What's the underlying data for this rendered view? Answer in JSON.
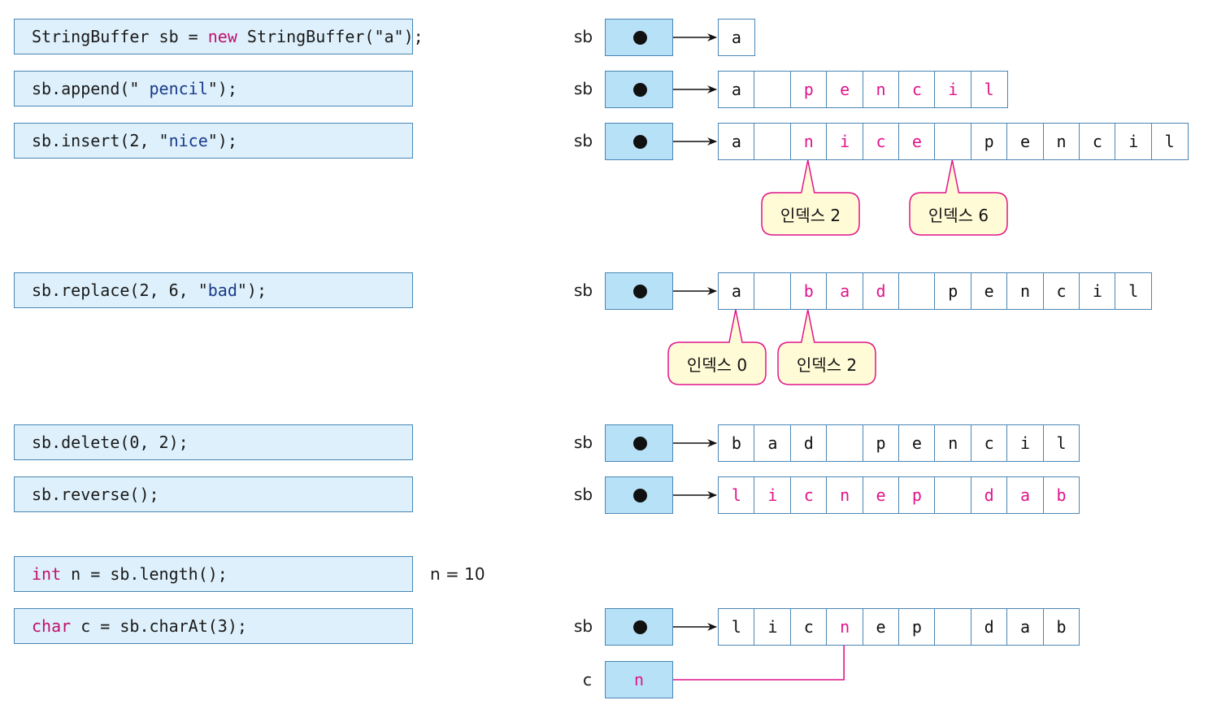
{
  "code_lines": [
    {
      "parts": [
        {
          "t": "StringBuffer sb = ",
          "c": ""
        },
        {
          "t": "new",
          "c": "kw"
        },
        {
          "t": " StringBuffer(\"a\");",
          "c": ""
        }
      ]
    },
    {
      "parts": [
        {
          "t": "sb.append(\"",
          "c": ""
        },
        {
          "t": " pencil",
          "c": "str"
        },
        {
          "t": "\");",
          "c": ""
        }
      ]
    },
    {
      "parts": [
        {
          "t": "sb.insert(2, \"",
          "c": ""
        },
        {
          "t": "nice",
          "c": "str"
        },
        {
          "t": "\");",
          "c": ""
        }
      ]
    },
    {
      "parts": [
        {
          "t": "sb.replace(2, 6, \"",
          "c": ""
        },
        {
          "t": "bad",
          "c": "str"
        },
        {
          "t": "\");",
          "c": ""
        }
      ]
    },
    {
      "parts": [
        {
          "t": "sb.delete(0, 2);",
          "c": ""
        }
      ]
    },
    {
      "parts": [
        {
          "t": "sb.reverse();",
          "c": ""
        }
      ]
    },
    {
      "parts": [
        {
          "t": "int",
          "c": "kw"
        },
        {
          "t": " n = sb.length();",
          "c": ""
        }
      ]
    },
    {
      "parts": [
        {
          "t": "char",
          "c": "kw"
        },
        {
          "t": " c = sb.charAt(3);",
          "c": ""
        }
      ]
    }
  ],
  "ref_label": "sb",
  "c_label": "c",
  "c_value": "n",
  "n_result": "n = 10",
  "buffers": [
    {
      "cells": [
        {
          "ch": "a",
          "pink": false
        }
      ]
    },
    {
      "cells": [
        {
          "ch": "a",
          "pink": false
        },
        {
          "ch": "",
          "pink": false
        },
        {
          "ch": "p",
          "pink": true
        },
        {
          "ch": "e",
          "pink": true
        },
        {
          "ch": "n",
          "pink": true
        },
        {
          "ch": "c",
          "pink": true
        },
        {
          "ch": "i",
          "pink": true
        },
        {
          "ch": "l",
          "pink": true
        }
      ]
    },
    {
      "cells": [
        {
          "ch": "a",
          "pink": false
        },
        {
          "ch": "",
          "pink": false
        },
        {
          "ch": "n",
          "pink": true
        },
        {
          "ch": "i",
          "pink": true
        },
        {
          "ch": "c",
          "pink": true
        },
        {
          "ch": "e",
          "pink": true
        },
        {
          "ch": "",
          "pink": false
        },
        {
          "ch": "p",
          "pink": false
        },
        {
          "ch": "e",
          "pink": false
        },
        {
          "ch": "n",
          "pink": false
        },
        {
          "ch": "c",
          "pink": false
        },
        {
          "ch": "i",
          "pink": false
        },
        {
          "ch": "l",
          "pink": false
        }
      ]
    },
    {
      "cells": [
        {
          "ch": "a",
          "pink": false
        },
        {
          "ch": "",
          "pink": false
        },
        {
          "ch": "b",
          "pink": true
        },
        {
          "ch": "a",
          "pink": true
        },
        {
          "ch": "d",
          "pink": true
        },
        {
          "ch": "",
          "pink": false
        },
        {
          "ch": "p",
          "pink": false
        },
        {
          "ch": "e",
          "pink": false
        },
        {
          "ch": "n",
          "pink": false
        },
        {
          "ch": "c",
          "pink": false
        },
        {
          "ch": "i",
          "pink": false
        },
        {
          "ch": "l",
          "pink": false
        }
      ]
    },
    {
      "cells": [
        {
          "ch": "b",
          "pink": false
        },
        {
          "ch": "a",
          "pink": false
        },
        {
          "ch": "d",
          "pink": false
        },
        {
          "ch": "",
          "pink": false
        },
        {
          "ch": "p",
          "pink": false
        },
        {
          "ch": "e",
          "pink": false
        },
        {
          "ch": "n",
          "pink": false
        },
        {
          "ch": "c",
          "pink": false
        },
        {
          "ch": "i",
          "pink": false
        },
        {
          "ch": "l",
          "pink": false
        }
      ]
    },
    {
      "cells": [
        {
          "ch": "l",
          "pink": true
        },
        {
          "ch": "i",
          "pink": true
        },
        {
          "ch": "c",
          "pink": true
        },
        {
          "ch": "n",
          "pink": true
        },
        {
          "ch": "e",
          "pink": true
        },
        {
          "ch": "p",
          "pink": true
        },
        {
          "ch": "",
          "pink": false
        },
        {
          "ch": "d",
          "pink": true
        },
        {
          "ch": "a",
          "pink": true
        },
        {
          "ch": "b",
          "pink": true
        }
      ]
    },
    {
      "cells": [
        {
          "ch": "l",
          "pink": false
        },
        {
          "ch": "i",
          "pink": false
        },
        {
          "ch": "c",
          "pink": false
        },
        {
          "ch": "n",
          "pink": true
        },
        {
          "ch": "e",
          "pink": false
        },
        {
          "ch": "p",
          "pink": false
        },
        {
          "ch": "",
          "pink": false
        },
        {
          "ch": "d",
          "pink": false
        },
        {
          "ch": "a",
          "pink": false
        },
        {
          "ch": "b",
          "pink": false
        }
      ]
    }
  ],
  "callouts": [
    {
      "text": "인덱스 2",
      "buffer": 2,
      "cell": 2
    },
    {
      "text": "인덱스 6",
      "buffer": 2,
      "cell": 6
    },
    {
      "text": "인덱스 0",
      "buffer": 3,
      "cell": 0
    },
    {
      "text": "인덱스 2",
      "buffer": 3,
      "cell": 2
    }
  ],
  "colors": {
    "code_bg": "#ddf0fb",
    "ref_bg": "#b7e1f7",
    "border": "#4a86b4",
    "accent": "#e0158a",
    "callout_bg": "#fffbd6",
    "callout_border": "#e0158a"
  }
}
